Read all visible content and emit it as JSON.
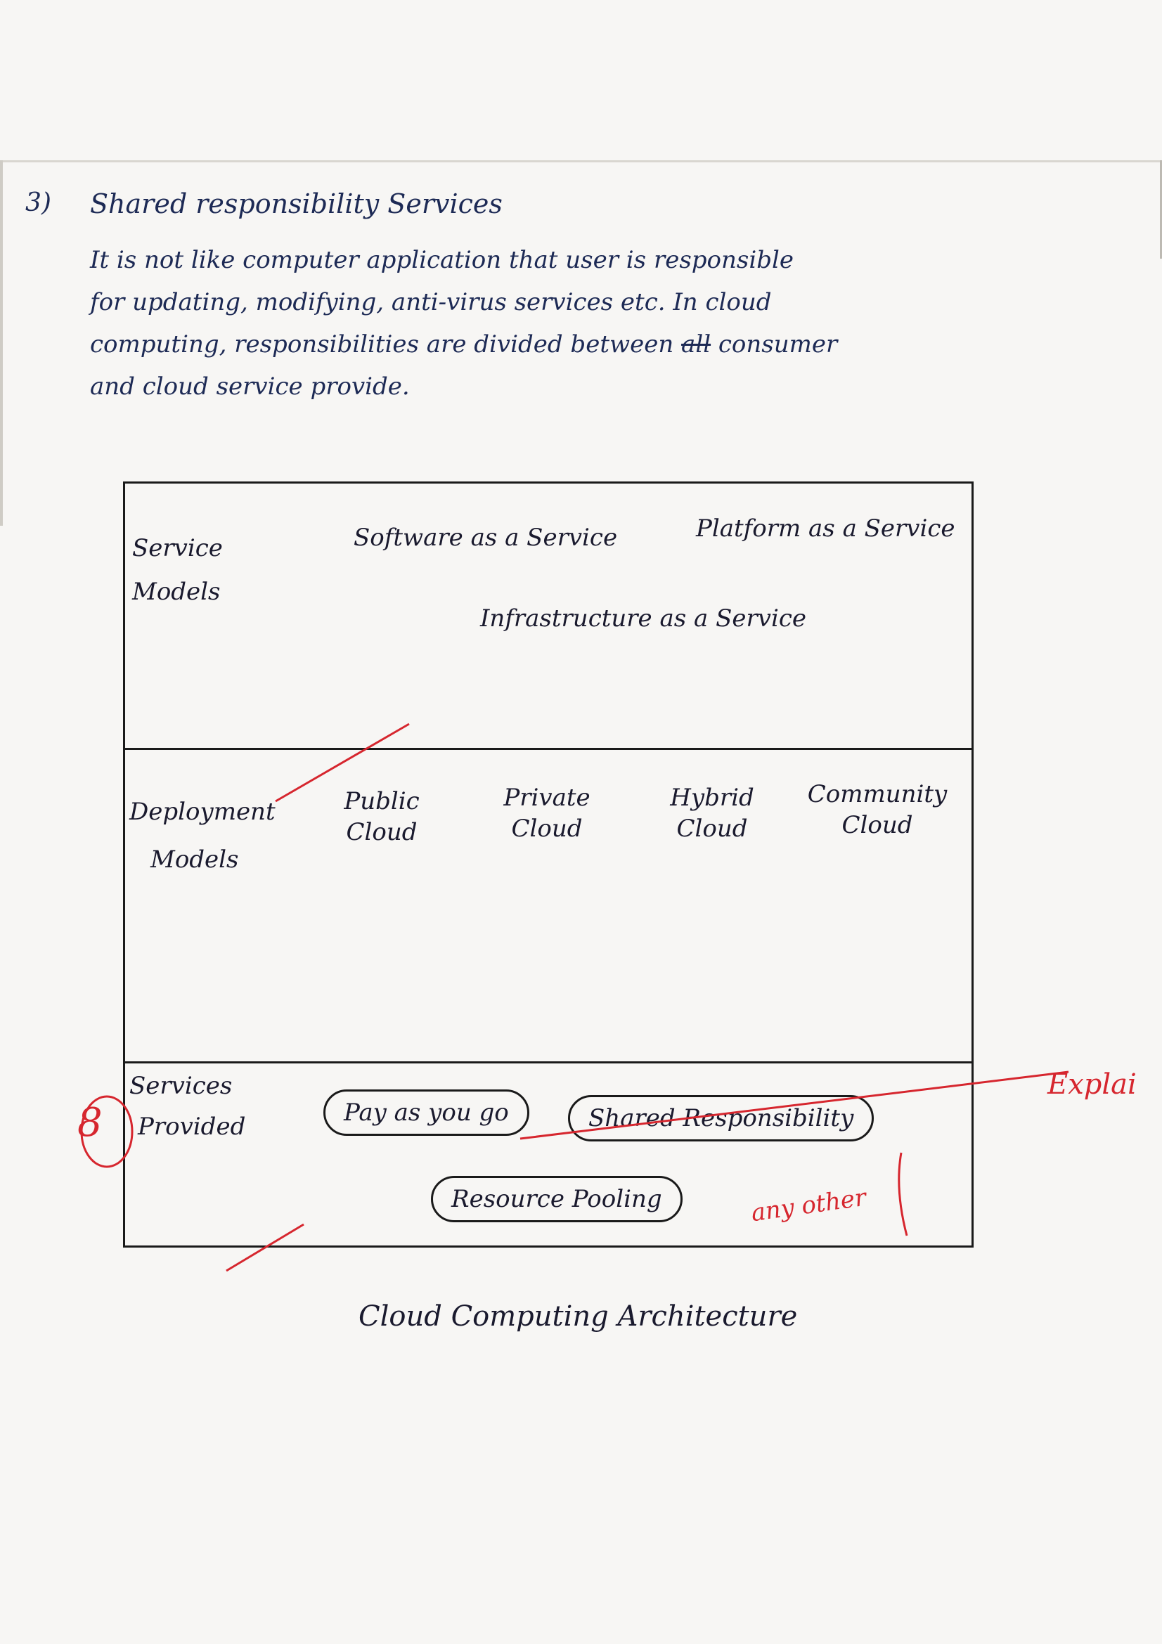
{
  "page": {
    "question_number": "3)",
    "heading": "Shared responsibility Services",
    "paragraph_lines": [
      "It is not like computer application that user is responsible",
      "for updating, modifying, anti-virus services etc. In cloud",
      "computing, responsibilities are divided between",
      "and cloud service provide."
    ],
    "struck_word": "all",
    "line3_tail": "consumer"
  },
  "diagram": {
    "section1": {
      "label_line1": "Service",
      "label_line2": "Models",
      "saas": "Software as a Service",
      "paas": "Platform as a Service",
      "iaas": "Infrastructure as a Service"
    },
    "section2": {
      "label_line1": "Deployment",
      "label_line2": "Models",
      "public": "Public Cloud",
      "private": "Private Cloud",
      "hybrid": "Hybrid Cloud",
      "community": "Community Cloud"
    },
    "section3": {
      "label_line1": "Services",
      "label_line2": "Provided",
      "bubble1": "Pay as you go",
      "bubble2": "Shared Responsibility",
      "bubble3": "Resource Pooling"
    },
    "caption": "Cloud Computing Architecture"
  },
  "grading": {
    "score": "8",
    "comment_anyother": "any other",
    "comment_explain": "Explai",
    "ink_color": "#d6262e"
  }
}
